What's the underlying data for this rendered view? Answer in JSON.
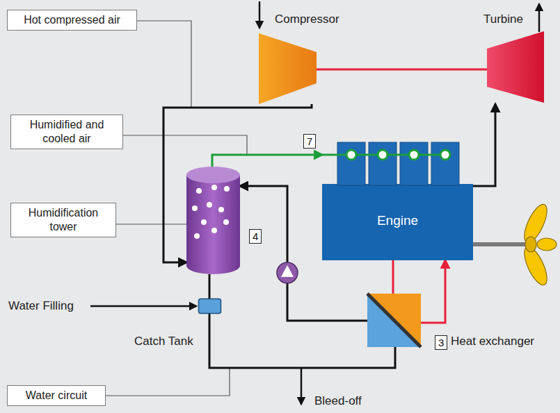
{
  "diagram": {
    "nodes": [
      {
        "text": [
          "Hot compressed air"
        ]
      },
      {
        "text": [
          "Compressor"
        ]
      },
      {
        "text": [
          "Turbine"
        ]
      },
      {
        "text": [
          "Humidified and cooled air"
        ]
      },
      {
        "text": [
          "Humidification tower"
        ]
      },
      {
        "text": [
          "4"
        ]
      },
      {
        "text": [
          "Engine"
        ]
      },
      {
        "text": [
          "Catch Tank"
        ]
      },
      {
        "text": [
          "3",
          "Heat exchanger"
        ]
      },
      {
        "text": [
          "Water circuit"
        ]
      }
    ],
    "edges": [
      {
        "from": 1,
        "to": 5,
        "arrow": "to"
      },
      {
        "from": 5,
        "to": 6,
        "label": "7",
        "arrow": "to"
      },
      {
        "from": 6,
        "to": 2,
        "arrow": "to"
      },
      {
        "from": 6,
        "to": 8,
        "arrow": "none"
      },
      {
        "from": 8,
        "to": 6,
        "arrow": "to"
      },
      {
        "from": 8,
        "to": 5,
        "arrow": "to"
      },
      {
        "from": 5,
        "to": 7,
        "arrow": "none"
      },
      {
        "from": 7,
        "to": 8,
        "arrow": "none"
      }
    ],
    "labels": [
      "Water Filling",
      "Bleed-off"
    ]
  }
}
